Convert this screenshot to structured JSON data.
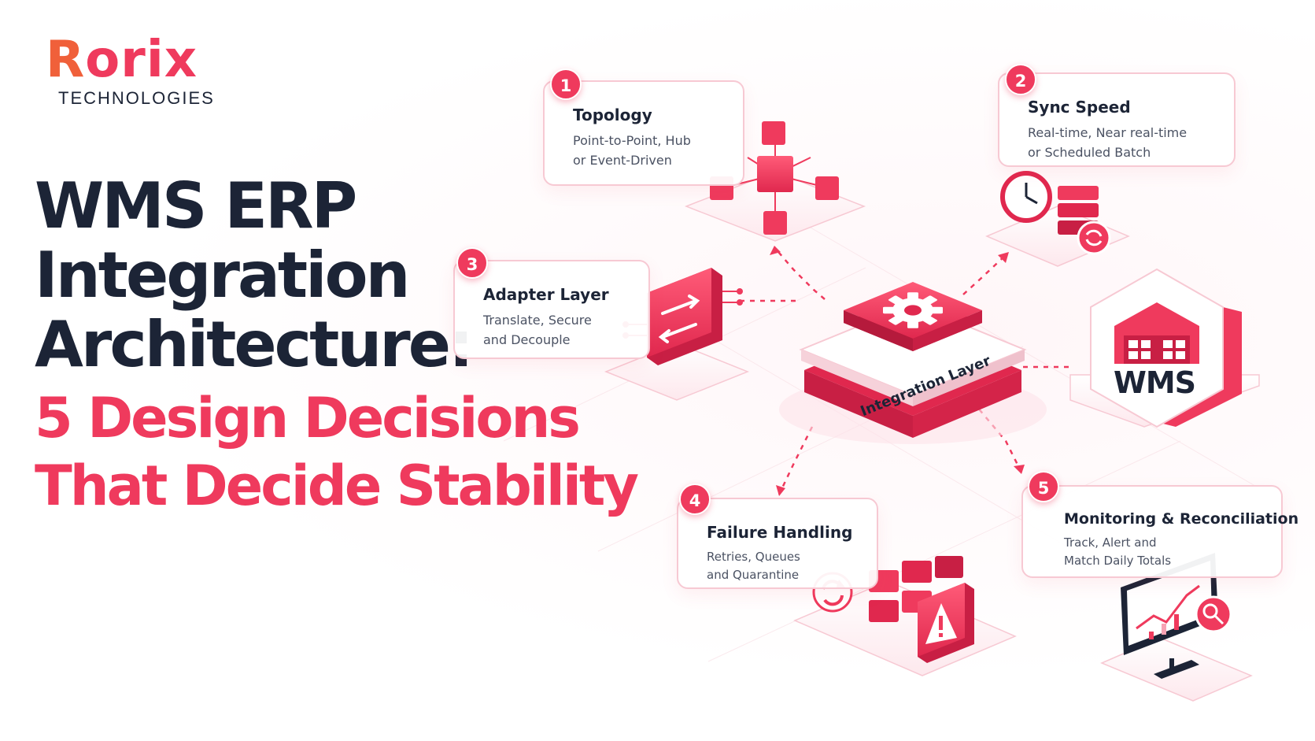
{
  "brand": {
    "name_first": "R",
    "name_rest": "orix",
    "sub": "TECHNOLOGIES"
  },
  "title": {
    "lines": [
      "WMS ERP",
      "Integration",
      "Architecture:"
    ],
    "accent_lines": [
      "5 Design Decisions",
      "That Decide Stability"
    ]
  },
  "hub": {
    "label": "Integration Layer"
  },
  "wms": {
    "label": "WMS"
  },
  "decisions": [
    {
      "number": "1",
      "title": "Topology",
      "desc": [
        "Point-to-Point, Hub",
        "or Event-Driven"
      ]
    },
    {
      "number": "2",
      "title": "Sync Speed",
      "desc": [
        "Real-time, Near real-time",
        "or Scheduled Batch"
      ]
    },
    {
      "number": "3",
      "title": "Adapter Layer",
      "desc": [
        "Translate, Secure",
        "and Decouple"
      ]
    },
    {
      "number": "4",
      "title": "Failure Handling",
      "desc": [
        "Retries, Queues",
        "and Quarantine"
      ]
    },
    {
      "number": "5",
      "title": "Monitoring & Reconciliation",
      "desc": [
        "Track, Alert and",
        "Match Daily Totals"
      ]
    }
  ],
  "colors": {
    "accent": "#ef3a5d",
    "accent_dark": "#c81f44",
    "accent_light": "#fde3e9",
    "ink": "#1c2436",
    "muted": "#4b5263"
  },
  "icons": [
    "network-cubes-icon",
    "clock-icon",
    "server-sync-icon",
    "adapter-arrows-icon",
    "gear-icon",
    "warehouse-icon",
    "queue-blocks-icon",
    "retry-icon",
    "warning-icon",
    "monitor-chart-icon",
    "magnifier-icon"
  ]
}
